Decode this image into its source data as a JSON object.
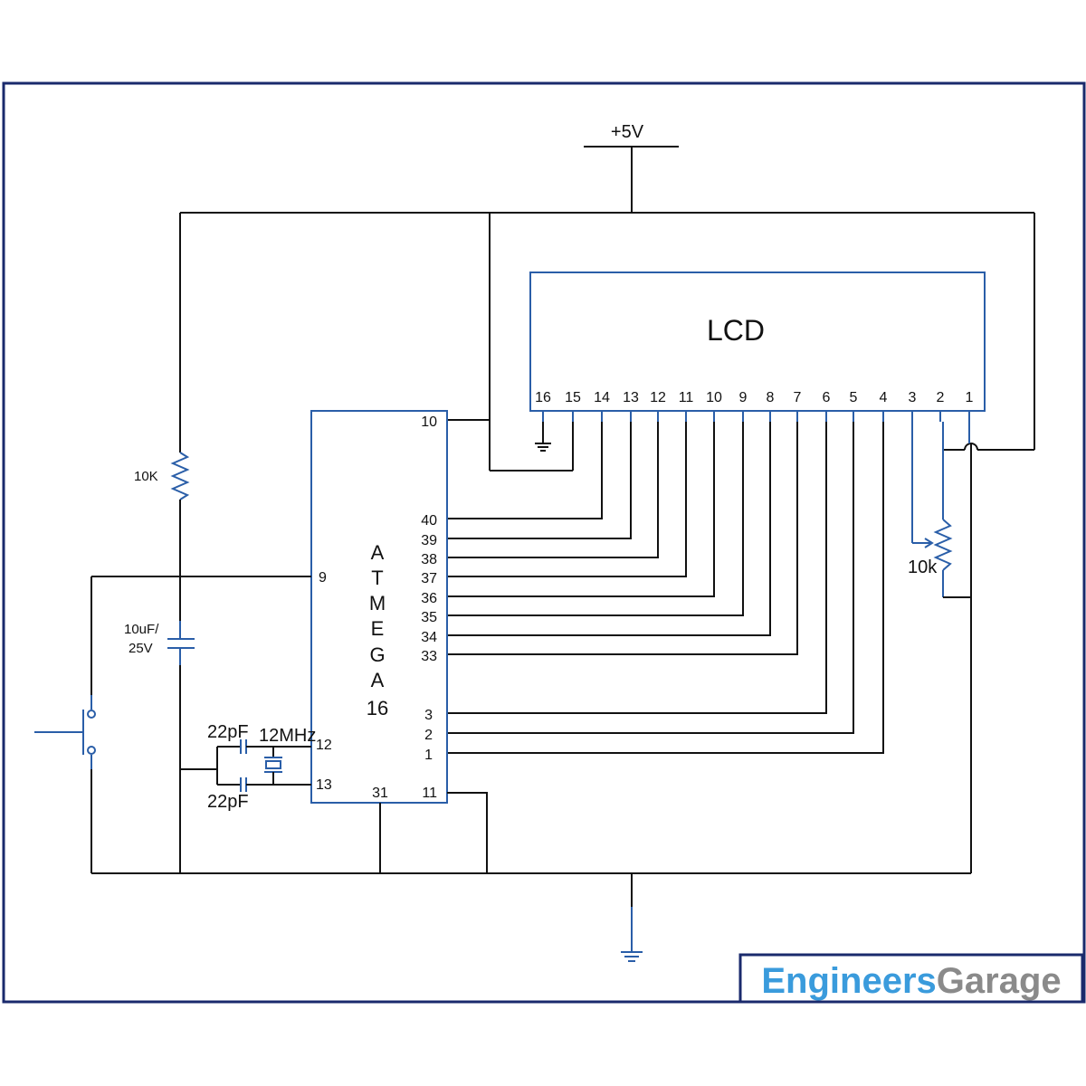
{
  "supply": {
    "label": "+5V"
  },
  "lcd": {
    "label": "LCD",
    "pins": [
      "16",
      "15",
      "14",
      "13",
      "12",
      "11",
      "10",
      "9",
      "8",
      "7",
      "6",
      "5",
      "4",
      "3",
      "2",
      "1"
    ]
  },
  "mcu": {
    "letters": [
      "A",
      "T",
      "M",
      "E",
      "G",
      "A",
      "16"
    ],
    "pin_labels": {
      "p10": "10",
      "p40": "40",
      "p39": "39",
      "p38": "38",
      "p37": "37",
      "p36": "36",
      "p35": "35",
      "p34": "34",
      "p33": "33",
      "p3": "3",
      "p2": "2",
      "p1": "1",
      "p9": "9",
      "p12": "12",
      "p13": "13",
      "p31": "31",
      "p11": "11"
    }
  },
  "components": {
    "pullup_resistor": "10K",
    "cap_line1": "10uF/",
    "cap_line2": "25V",
    "crystal_cap_top": "22pF",
    "crystal_cap_bottom": "22pF",
    "crystal": "12MHz",
    "pot": "10k"
  },
  "logo": {
    "text": "EngineersGarage"
  },
  "colors": {
    "component": "#2a5ea8",
    "wire": "#111111",
    "logo_blue": "#3a9bdc",
    "logo_gray": "#8a8a8a"
  }
}
